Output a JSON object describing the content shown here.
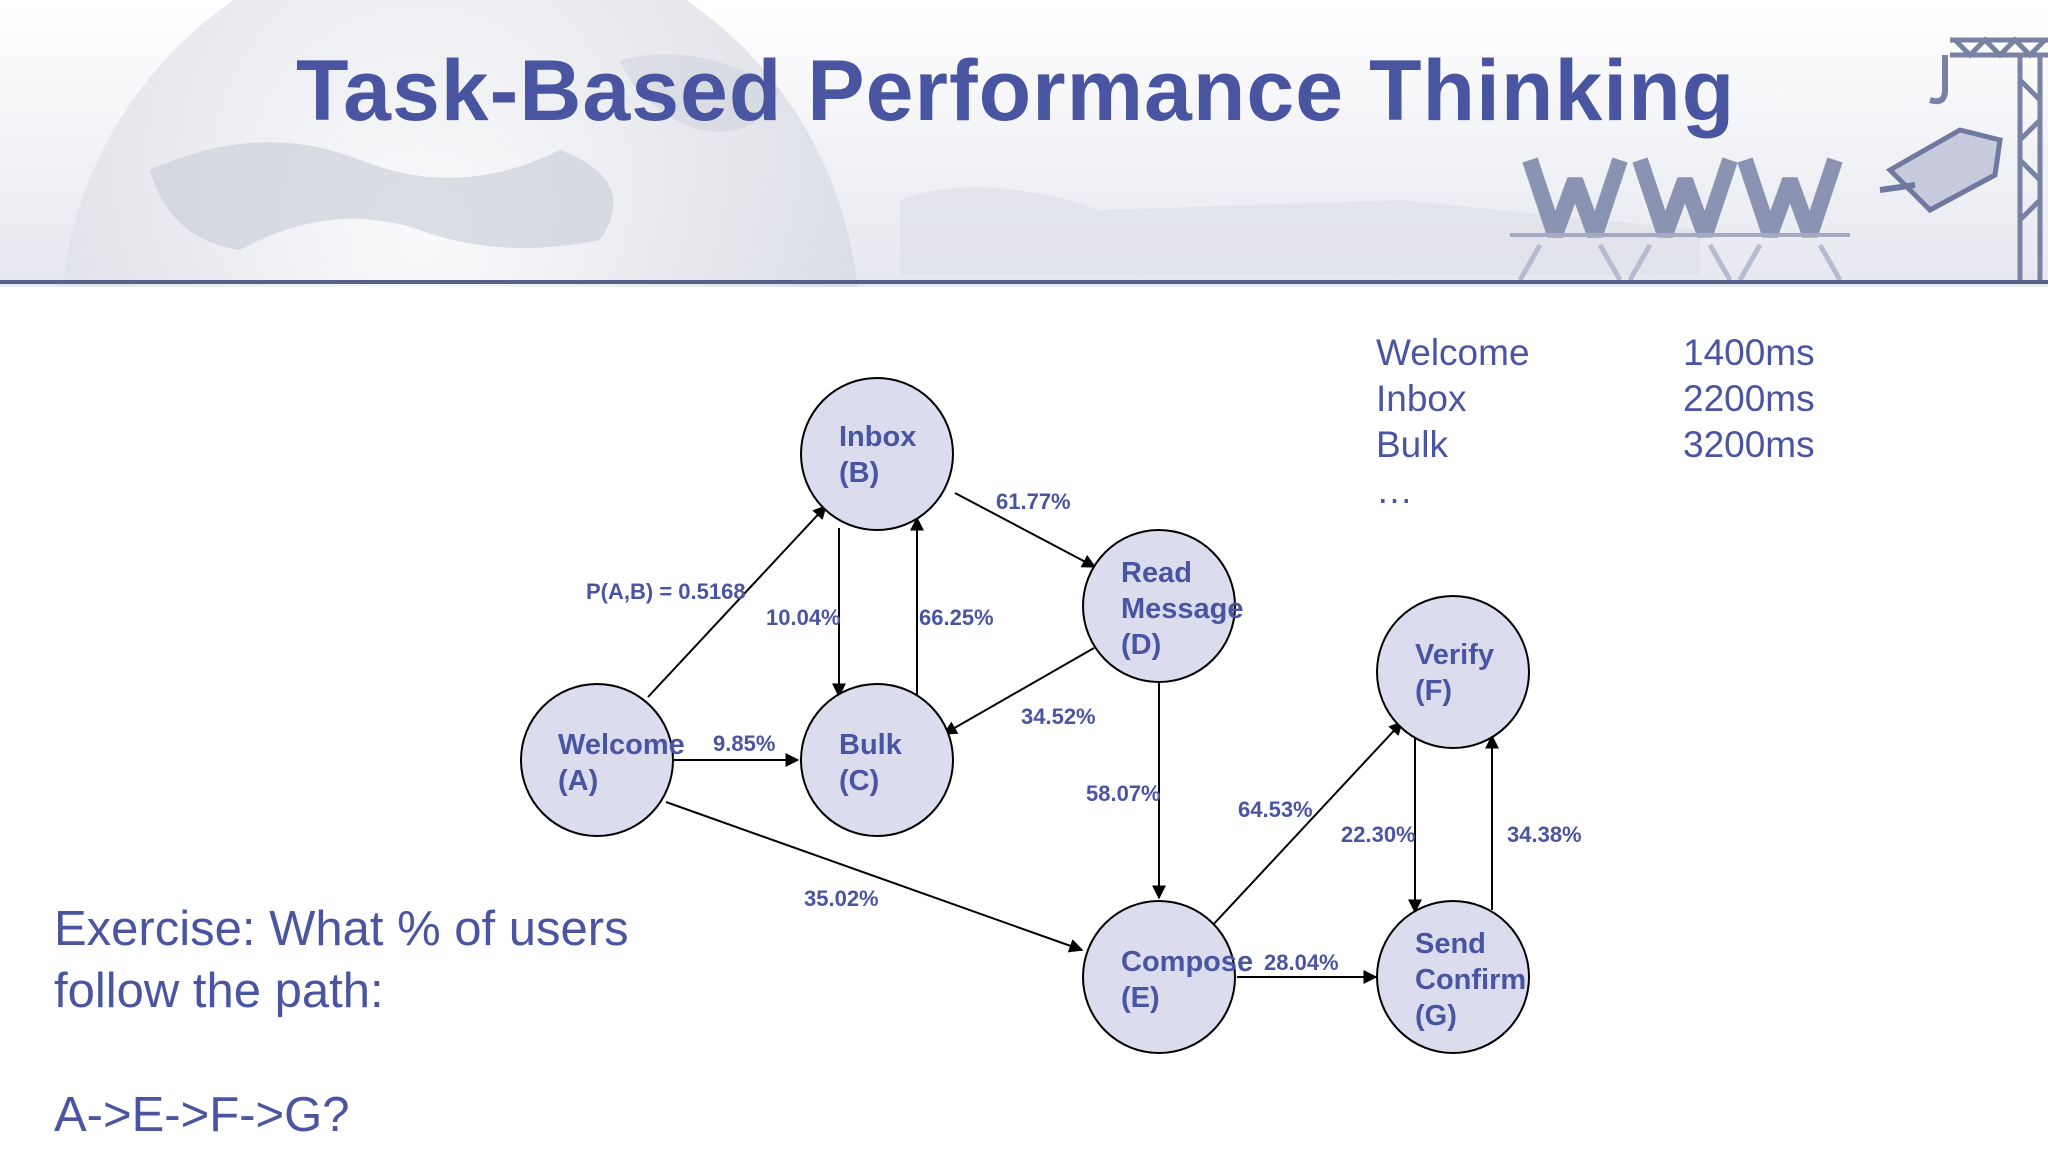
{
  "slide": {
    "title": "Task-Based Performance Thinking"
  },
  "page_times": [
    {
      "name": "Welcome",
      "time": "1400ms"
    },
    {
      "name": "Inbox",
      "time": "2200ms"
    },
    {
      "name": "Bulk",
      "time": "3200ms"
    }
  ],
  "page_times_more": "…",
  "exercise": {
    "line1": "Exercise: What % of users",
    "line2": "follow the path:",
    "path": "A->E->F->G?"
  },
  "nodes": {
    "a": {
      "line1": "Welcome",
      "line2": "(A)"
    },
    "b": {
      "line1": "Inbox",
      "line2": "(B)"
    },
    "c": {
      "line1": "Bulk",
      "line2": "(C)"
    },
    "d": {
      "line1": "Read",
      "line2": "Message",
      "line3": "(D)"
    },
    "e": {
      "line1": "Compose",
      "line2": "(E)"
    },
    "f": {
      "line1": "Verify",
      "line2": "(F)"
    },
    "g": {
      "line1": "Send",
      "line2": "Confirm",
      "line3": "(G)"
    }
  },
  "edges": {
    "a_b": "P(A,B) = 0.5168",
    "a_c": "9.85%",
    "a_e": "35.02%",
    "b_c": "10.04%",
    "c_b": "66.25%",
    "b_d": "61.77%",
    "d_c": "34.52%",
    "d_e": "58.07%",
    "e_f": "64.53%",
    "e_g": "28.04%",
    "f_g": "22.30%",
    "g_f": "34.38%"
  },
  "colors": {
    "text": "#4a55a2",
    "node_fill": "#dcdcef",
    "stroke": "#000000"
  }
}
